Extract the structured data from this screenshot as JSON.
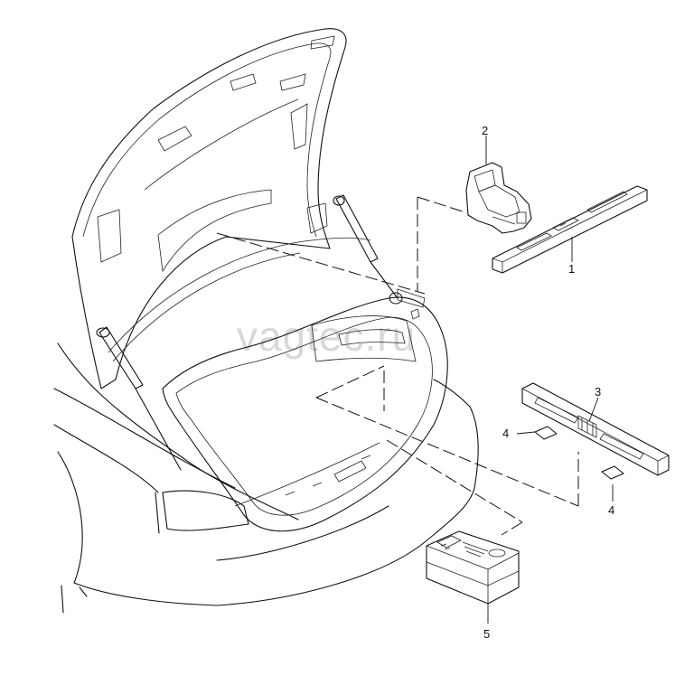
{
  "watermark": "vagtec.ru",
  "callouts": {
    "c1": "1",
    "c2": "2",
    "c3": "3",
    "c4a": "4",
    "c4b": "4",
    "c5": "5"
  }
}
